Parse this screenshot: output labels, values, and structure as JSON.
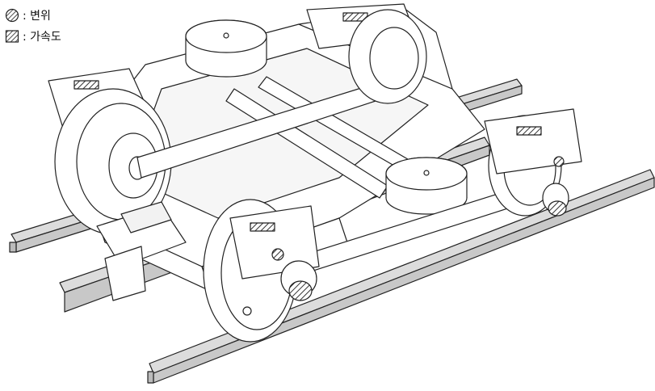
{
  "legend": {
    "items": [
      {
        "symbol": "circle-hatch",
        "label": ": 변위"
      },
      {
        "symbol": "square-hatch",
        "label": ": 가속도"
      }
    ]
  },
  "colors": {
    "line": "#222222",
    "fill": "#ffffff",
    "rail_fill": "#dcdcdc",
    "hatch": "#333333"
  }
}
